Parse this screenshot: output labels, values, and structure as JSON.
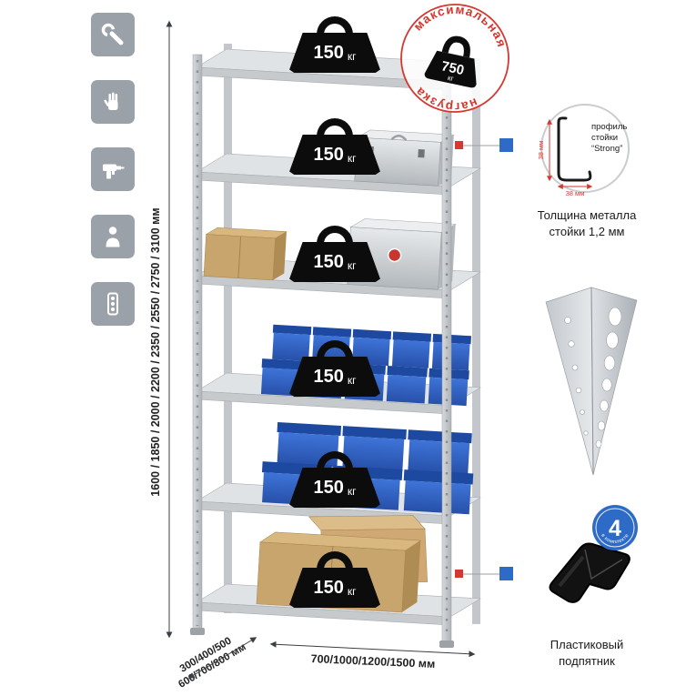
{
  "stamp": {
    "top": "максимальная",
    "bottom": "нагрузка",
    "value": "750",
    "unit": "кг"
  },
  "shelf_weight": {
    "value": "150",
    "unit": "кг"
  },
  "profile": {
    "l1": "профиль",
    "l2": "стойки",
    "l3": "“Strong”",
    "dim_v": "38 мм",
    "dim_h": "38 мм"
  },
  "profile_caption": {
    "l1": "Толщина металла",
    "l2": "стойки 1,2 мм"
  },
  "foot_badge": {
    "number": "4",
    "text": "в комплекте"
  },
  "foot_caption": {
    "l1": "Пластиковый",
    "l2": "подпятник"
  },
  "dims": {
    "height": "1600 / 1850 / 2000 / 2200 / 2350 / 2550 / 2750 / 3100 мм",
    "depth1": "300/400/500",
    "depth2": "600/700/800 мм",
    "width": "700/1000/1200/1500 мм"
  },
  "icons": {
    "left_tools": [
      "wrench",
      "gloves",
      "drill",
      "fitter",
      "level"
    ]
  },
  "colors": {
    "red": "#d6372f",
    "blue": "#2e6bc6",
    "icon_gray": "#9aa1a8",
    "bin_blue": "#2f63c4"
  }
}
